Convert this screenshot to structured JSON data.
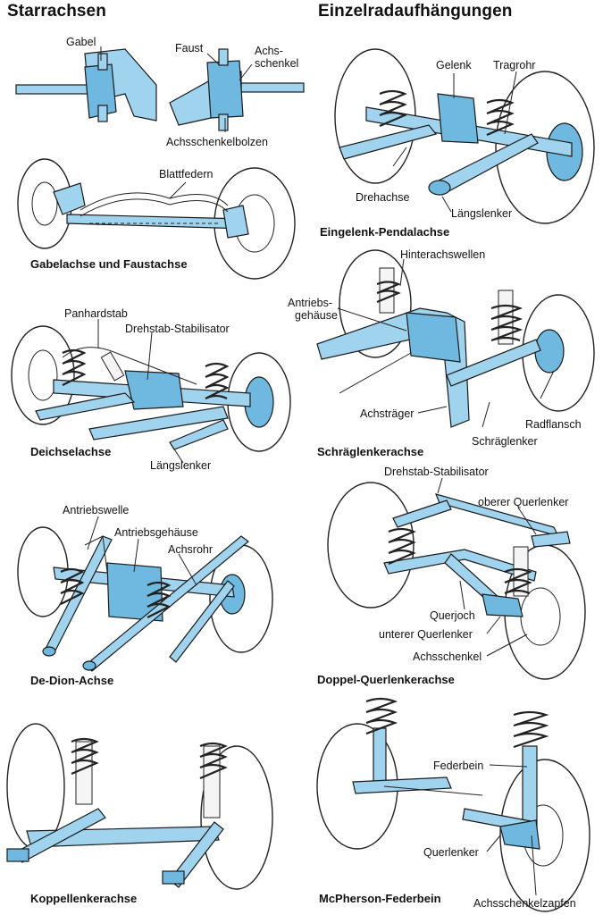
{
  "headings": {
    "left": "Starrachsen",
    "right": "Einzelradaufhängungen"
  },
  "panels": {
    "gabel": {
      "caption": "Gabelachse und Faustachse",
      "labels": {
        "gabel": "Gabel",
        "faust": "Faust",
        "achsschenkel_1": "Achs-",
        "achsschenkel_2": "schenkel",
        "bolzen": "Achsschenkelbolzen",
        "blattfedern": "Blattfedern"
      }
    },
    "deichsel": {
      "caption": "Deichselachse",
      "labels": {
        "panhardstab": "Panhardstab",
        "stabilisator": "Drehstab-Stabilisator",
        "laengslenker": "Längslenker"
      }
    },
    "dedion": {
      "caption": "De-Dion-Achse",
      "labels": {
        "antriebswelle": "Antriebswelle",
        "antriebsgehaeuse": "Antriebsgehäuse",
        "achsrohr": "Achsrohr"
      }
    },
    "koppel": {
      "caption": "Koppellenkerachse",
      "labels": {}
    },
    "pendel": {
      "caption": "Eingelenk-Pendalachse",
      "labels": {
        "gelenk": "Gelenk",
        "tragrohr": "Tragrohr",
        "drehachse": "Drehachse",
        "laengslenker": "Längslenker"
      }
    },
    "schraeg": {
      "caption": "Schräglenkerachse",
      "labels": {
        "hinterachswellen": "Hinterachswellen",
        "antriebsgehaeuse_1": "Antriebs-",
        "antriebsgehaeuse_2": "gehäuse",
        "achstraeger": "Achsträger",
        "radflansch": "Radflansch",
        "schraeglenker": "Schräglenker"
      }
    },
    "doppel": {
      "caption": "Doppel-Querlenkerachse",
      "labels": {
        "stabilisator": "Drehstab-Stabilisator",
        "oberer": "oberer Querlenker",
        "querjoch": "Querjoch",
        "unterer": "unterer Querlenker",
        "achsschenkel": "Achsschenkel"
      }
    },
    "mcpherson": {
      "caption": "McPherson-Federbein",
      "labels": {
        "federbein": "Federbein",
        "querlenker": "Querlenker",
        "zapfen": "Achsschenkelzapfen"
      }
    }
  },
  "colors": {
    "part_fill": "#9fd3ee",
    "part_dark": "#6fb9e0",
    "outline": "#1a1a1a"
  }
}
